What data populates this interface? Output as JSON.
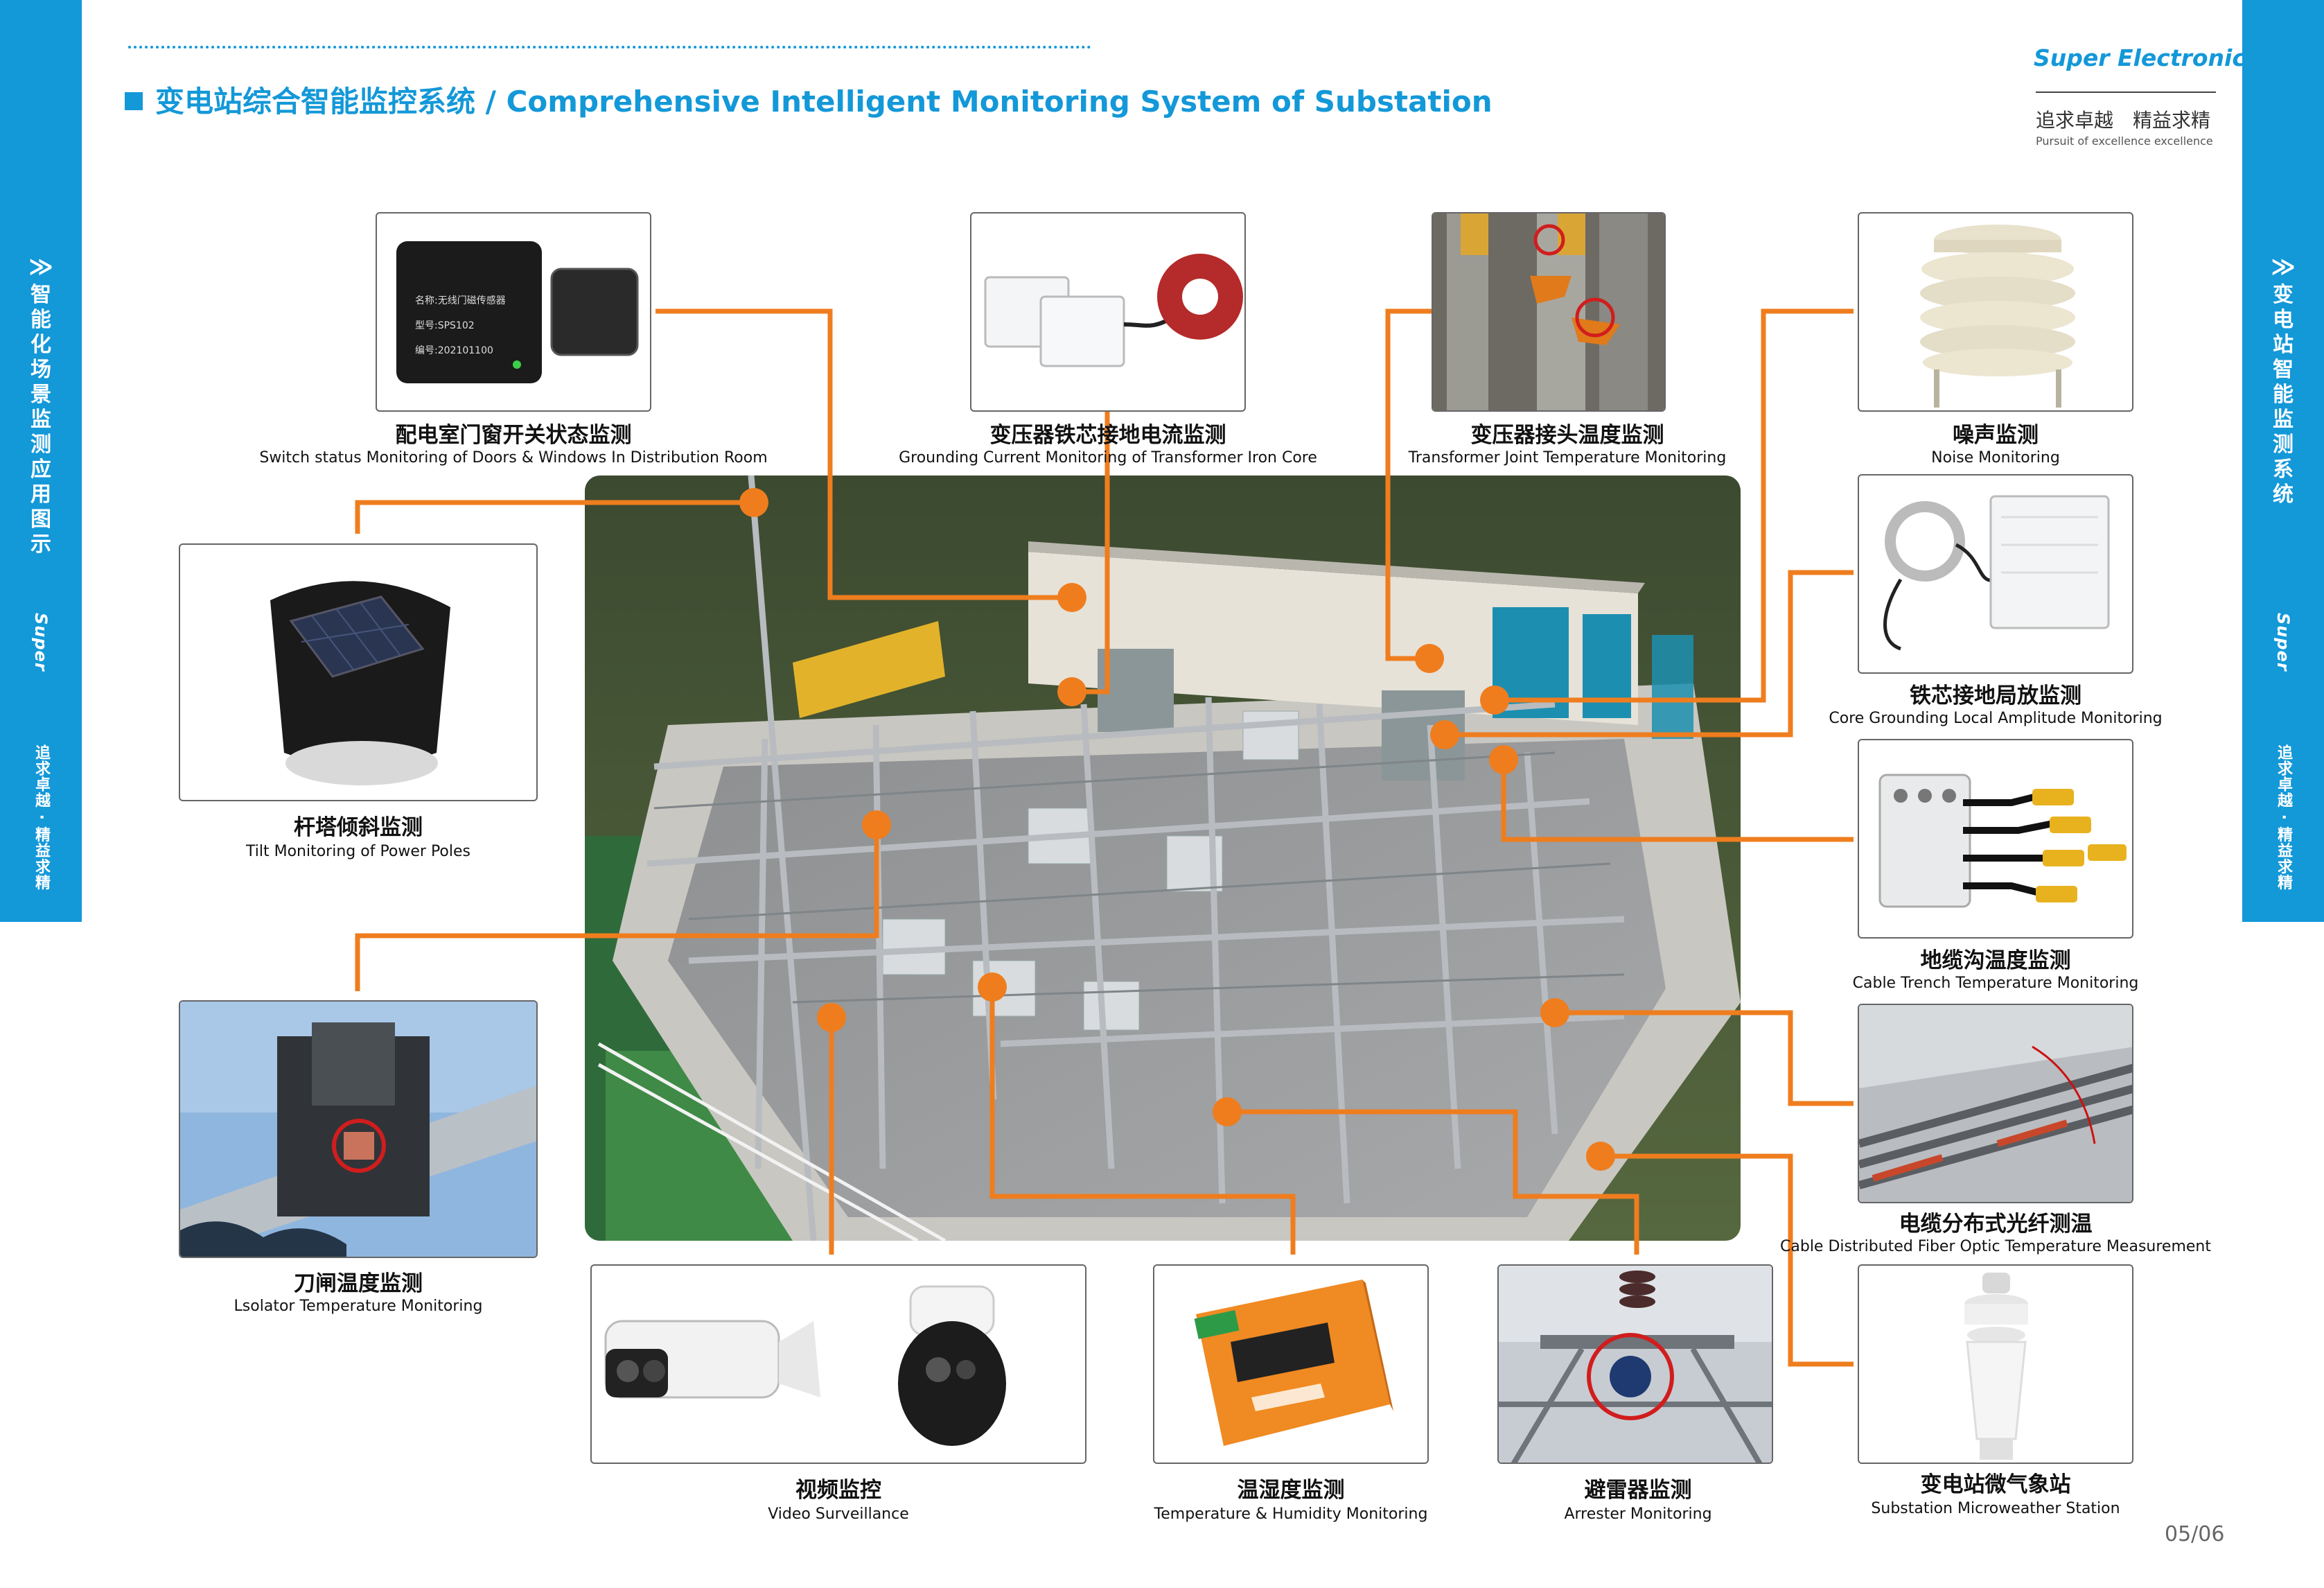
{
  "header": {
    "title": "变电站综合智能监控系统 / Comprehensive Intelligent Monitoring System of Substation",
    "brand": "Super Electronic",
    "slogan": "追求卓越　精益求精",
    "slogan_en": "Pursuit of excellence excellence"
  },
  "left_sidebar": {
    "chevron": "≫",
    "title_chars": [
      "智",
      "能",
      "化",
      "场",
      "景",
      "监",
      "测",
      "应",
      "用",
      "图",
      "示"
    ],
    "brand": "Super Electronic",
    "slogan": "追求卓越 · 精益求精"
  },
  "right_sidebar": {
    "chevron": "≫",
    "title_chars": [
      "变",
      "电",
      "站",
      "智",
      "能",
      "监",
      "测",
      "系",
      "统"
    ],
    "brand": "Super Electronic",
    "slogan": "追求卓越 · 精益求精"
  },
  "modules": {
    "door_switch": {
      "cn": "配电室门窗开关状态监测",
      "en": "Switch status Monitoring of Doors & Windows In Distribution Room",
      "device_lines": [
        "名称:无线门磁传感器",
        "型号:SPS102",
        "编号:202101100"
      ]
    },
    "grounding_current": {
      "cn": "变压器铁芯接地电流监测",
      "en": "Grounding Current Monitoring of Transformer Iron Core"
    },
    "joint_temp": {
      "cn": "变压器接头温度监测",
      "en": "Transformer Joint Temperature Monitoring"
    },
    "noise": {
      "cn": "噪声监测",
      "en": "Noise Monitoring"
    },
    "tilt": {
      "cn": "杆塔倾斜监测",
      "en": "Tilt Monitoring of Power Poles"
    },
    "core_pd": {
      "cn": "铁芯接地局放监测",
      "en": "Core Grounding Local Amplitude Monitoring"
    },
    "cable_trench": {
      "cn": "地缆沟温度监测",
      "en": "Cable Trench Temperature Monitoring"
    },
    "isolator": {
      "cn": "刀闸温度监测",
      "en": "Lsolator Temperature Monitoring"
    },
    "fiber": {
      "cn": "电缆分布式光纤测温",
      "en": "Cable Distributed Fiber Optic Temperature Measurement"
    },
    "video": {
      "cn": "视频监控",
      "en": "Video Surveillance"
    },
    "temp_humidity": {
      "cn": "温湿度监测",
      "en": "Temperature & Humidity Monitoring"
    },
    "arrester": {
      "cn": "避雷器监测",
      "en": "Arrester Monitoring"
    },
    "weather": {
      "cn": "变电站微气象站",
      "en": "Substation Microweather Station"
    }
  },
  "page_number": "05/06",
  "colors": {
    "accent_blue": "#1398d8",
    "connector_orange": "#ef7d1e",
    "card_border": "#666666"
  }
}
